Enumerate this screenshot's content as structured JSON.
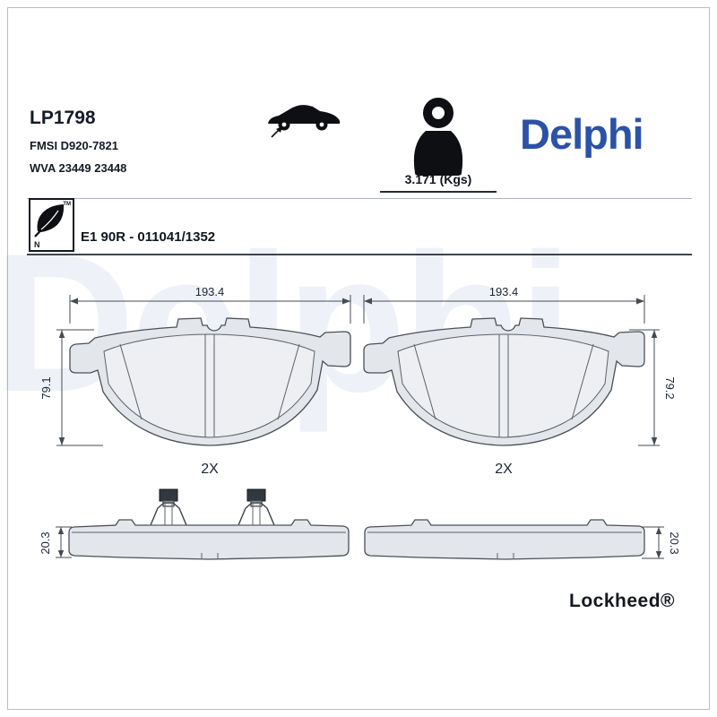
{
  "colors": {
    "brand_blue": "#2b52a6",
    "ink": "#141a28",
    "watermark_blue": "#2b52a6"
  },
  "header": {
    "part_number": "LP1798",
    "fmsi": "FMSI D920-7821",
    "wva": "WVA 23449 23448",
    "weight": "3.171 (Kgs)",
    "brand": "Delphi"
  },
  "approval": {
    "text": "E1 90R - 011041/1352",
    "trademark": "TM",
    "eco_mark_letter": "N"
  },
  "watermark": "Delphi",
  "drawing": {
    "pad_left": {
      "width": "193.4",
      "height": "79.1",
      "quantity": "2X"
    },
    "pad_right": {
      "width": "193.4",
      "height": "79.2",
      "quantity": "2X"
    },
    "profile_left": {
      "thickness": "20.3"
    },
    "profile_right": {
      "thickness": "20.3"
    }
  },
  "footer": {
    "brand2": "Lockheed®"
  }
}
